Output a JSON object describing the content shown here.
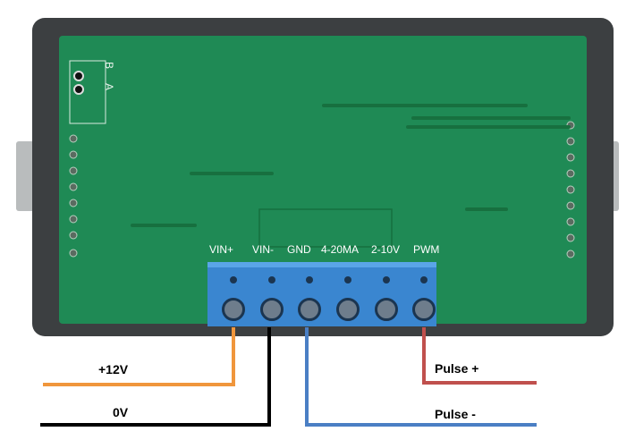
{
  "board": {
    "silkscreen": [
      "A",
      "B"
    ]
  },
  "terminals": [
    "VIN+",
    "VIN-",
    "GND",
    "4-20MA",
    "2-10V",
    "PWM"
  ],
  "wires": [
    {
      "label": "+12V",
      "terminal": "VIN+",
      "color": "#f0963c"
    },
    {
      "label": "0V",
      "terminal": "VIN-",
      "color": "#000000"
    },
    {
      "label": "Pulse -",
      "terminal": "GND",
      "color": "#4a7fc4"
    },
    {
      "label": "Pulse +",
      "terminal": "PWM",
      "color": "#c0504d"
    }
  ]
}
